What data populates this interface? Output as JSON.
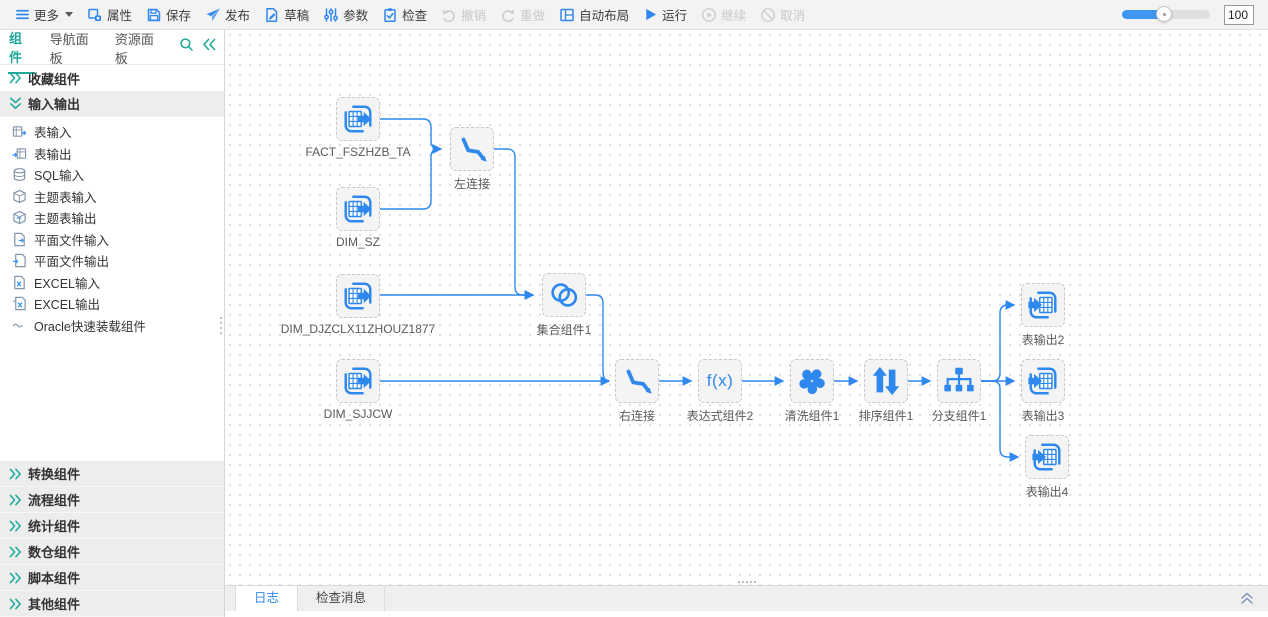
{
  "colors": {
    "accent_blue": "#2f88ee",
    "accent_teal": "#1fa99a",
    "edge_blue": "#2f88ee",
    "disabled_gray": "#c9c9c9",
    "node_bg": "#f4f4f4",
    "toolbar_bg": "#f3f3f3"
  },
  "icons": {
    "fx": "f(x)"
  },
  "toolbar": {
    "items": [
      {
        "label": "更多",
        "icon": "menu-icon",
        "disabled": false
      },
      {
        "label": "属性",
        "icon": "properties-icon",
        "disabled": false
      },
      {
        "label": "保存",
        "icon": "save-icon",
        "disabled": false
      },
      {
        "label": "发布",
        "icon": "publish-icon",
        "disabled": false
      },
      {
        "label": "草稿",
        "icon": "draft-icon",
        "disabled": false
      },
      {
        "label": "参数",
        "icon": "parameters-icon",
        "disabled": false
      },
      {
        "label": "检查",
        "icon": "inspect-icon",
        "disabled": false
      },
      {
        "label": "撤销",
        "icon": "undo-icon",
        "disabled": true
      },
      {
        "label": "重做",
        "icon": "redo-icon",
        "disabled": true
      },
      {
        "label": "自动布局",
        "icon": "auto-layout-icon",
        "disabled": false
      },
      {
        "label": "运行",
        "icon": "run-icon",
        "disabled": false
      },
      {
        "label": "继续",
        "icon": "resume-icon",
        "disabled": true
      },
      {
        "label": "取消",
        "icon": "cancel-icon",
        "disabled": true
      }
    ],
    "zoom_value": "100"
  },
  "sidebar": {
    "tabs": [
      {
        "label": "组件",
        "active": true
      },
      {
        "label": "导航面板",
        "active": false
      },
      {
        "label": "资源面板",
        "active": false
      }
    ],
    "sections": [
      {
        "label": "收藏组件",
        "expanded": false
      },
      {
        "label": "输入输出",
        "expanded": true,
        "items": [
          {
            "label": "表输入",
            "icon": "table-input-icon"
          },
          {
            "label": "表输出",
            "icon": "table-output-icon"
          },
          {
            "label": "SQL输入",
            "icon": "sql-input-icon"
          },
          {
            "label": "主题表输入",
            "icon": "theme-table-input-icon"
          },
          {
            "label": "主题表输出",
            "icon": "theme-table-output-icon"
          },
          {
            "label": "平面文件输入",
            "icon": "flat-file-input-icon"
          },
          {
            "label": "平面文件输出",
            "icon": "flat-file-output-icon"
          },
          {
            "label": "EXCEL输入",
            "icon": "excel-input-icon"
          },
          {
            "label": "EXCEL输出",
            "icon": "excel-output-icon"
          },
          {
            "label": "Oracle快速装载组件",
            "icon": "oracle-loader-icon"
          }
        ]
      },
      {
        "label": "转换组件",
        "expanded": false
      },
      {
        "label": "流程组件",
        "expanded": false
      },
      {
        "label": "统计组件",
        "expanded": false
      },
      {
        "label": "数仓组件",
        "expanded": false
      },
      {
        "label": "脚本组件",
        "expanded": false
      },
      {
        "label": "其他组件",
        "expanded": false
      }
    ]
  },
  "canvas": {
    "nodes": [
      {
        "label": "FACT_FSZHZB_TA",
        "type": "table-input"
      },
      {
        "label": "DIM_SZ",
        "type": "table-input"
      },
      {
        "label": "左连接",
        "type": "join"
      },
      {
        "label": "DIM_DJZCLX11ZHOUZ1877",
        "type": "table-input"
      },
      {
        "label": "集合组件1",
        "type": "union"
      },
      {
        "label": "DIM_SJJCW",
        "type": "table-input"
      },
      {
        "label": "右连接",
        "type": "join"
      },
      {
        "label": "表达式组件2",
        "type": "expression"
      },
      {
        "label": "清洗组件1",
        "type": "clean"
      },
      {
        "label": "排序组件1",
        "type": "sort"
      },
      {
        "label": "分支组件1",
        "type": "branch"
      },
      {
        "label": "表输出2",
        "type": "table-output"
      },
      {
        "label": "表输出3",
        "type": "table-output"
      },
      {
        "label": "表输出4",
        "type": "table-output"
      }
    ]
  },
  "bottom_panel": {
    "tabs": [
      {
        "label": "日志",
        "active": true
      },
      {
        "label": "检查消息",
        "active": false
      }
    ]
  }
}
